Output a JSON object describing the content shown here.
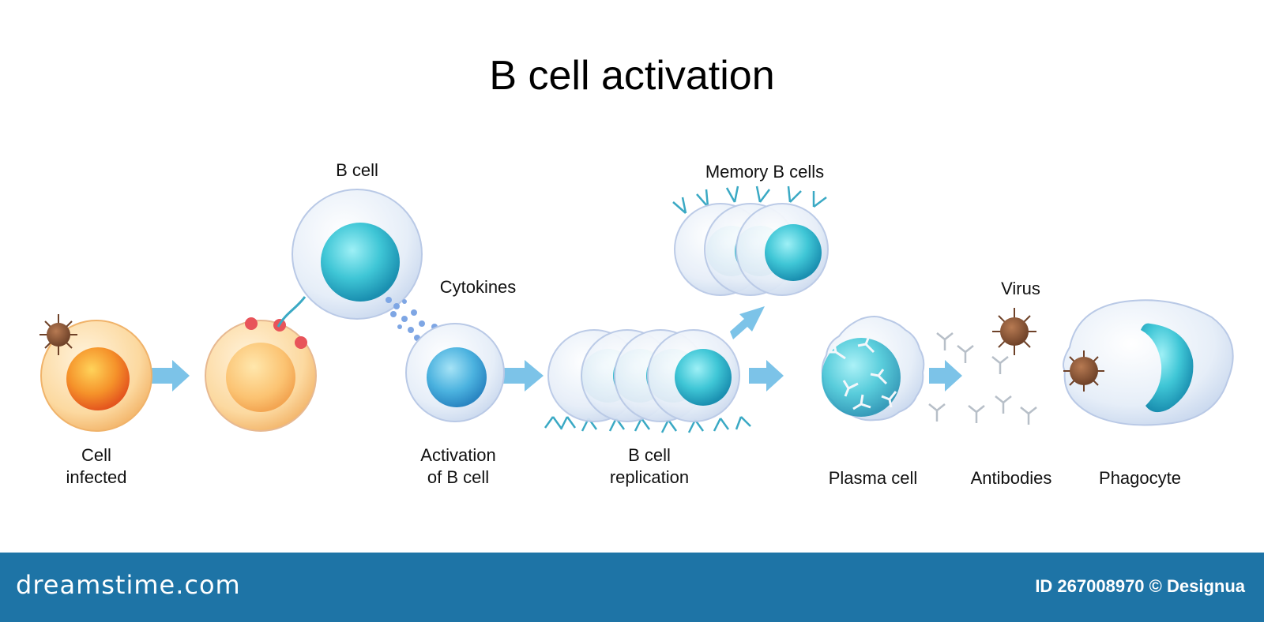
{
  "title": "B cell activation",
  "labels": {
    "cell_infected": [
      "Cell",
      "infected"
    ],
    "b_cell": "B cell",
    "cytokines": "Cytokines",
    "activation": [
      "Activation",
      "of B cell"
    ],
    "replication": [
      "B cell",
      "replication"
    ],
    "memory": "Memory B cells",
    "plasma": "Plasma cell",
    "antibodies": "Antibodies",
    "virus": "Virus",
    "phagocyte": "Phagocyte"
  },
  "footer": {
    "brand": "dreamstime.com",
    "credit": "ID 267008970 © Designua"
  },
  "colors": {
    "footer_bg": "#1e74a6",
    "arrow": "#7cc3e8",
    "nucleus_teal": "#3fc6d6",
    "infected_orange": "#f5922a",
    "virus_brown": "#8a5a3c"
  }
}
